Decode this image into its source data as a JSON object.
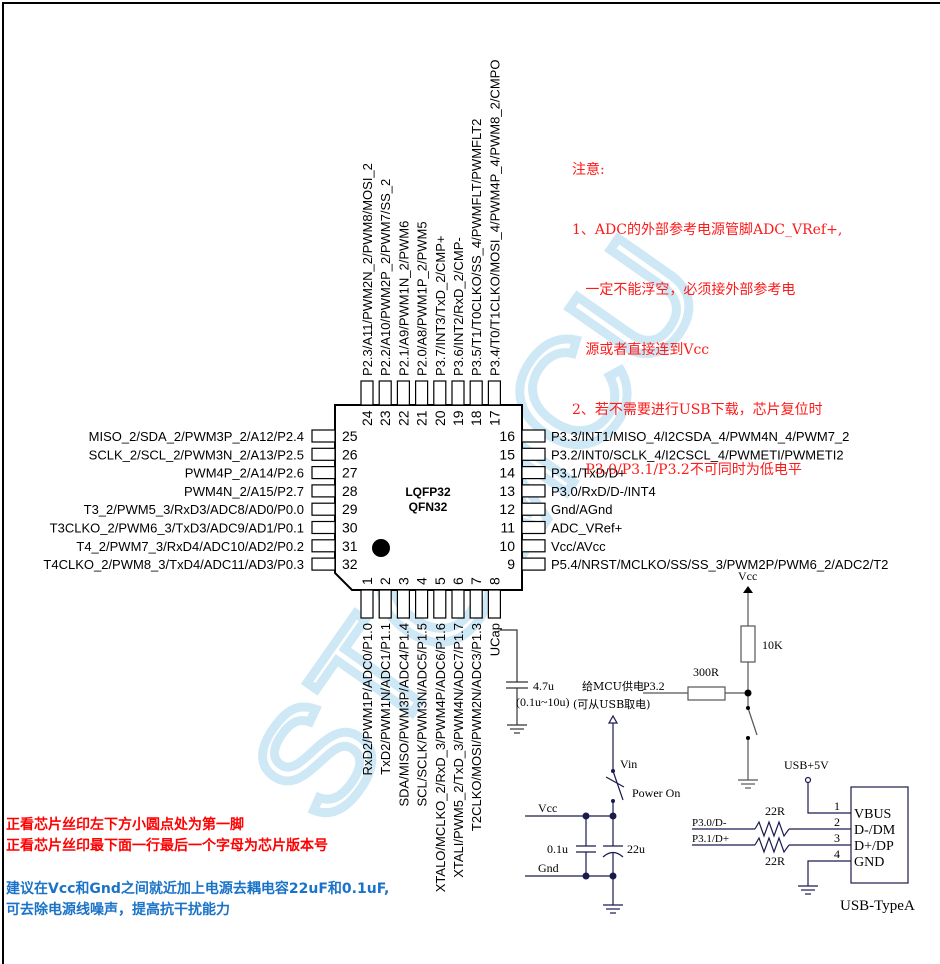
{
  "chip": {
    "package_line1": "LQFP32",
    "package_line2": "QFN32",
    "top_pins": [
      {
        "num": "24",
        "label": "P2.3/A11/PWM2N_2/PWM8/MOSI_2"
      },
      {
        "num": "23",
        "label": "P2.2/A10/PWM2P_2/PWM7/SS_2"
      },
      {
        "num": "22",
        "label": "P2.1/A9/PWM1N_2/PWM6"
      },
      {
        "num": "21",
        "label": "P2.0/A8/PWM1P_2/PWM5"
      },
      {
        "num": "20",
        "label": "P3.7/INT3/TxD_2/CMP+"
      },
      {
        "num": "19",
        "label": "P3.6/INT2/RxD_2/CMP-"
      },
      {
        "num": "18",
        "label": "P3.5/T1/T0CLKO/SS_4/PWMFLT/PWMFLT2"
      },
      {
        "num": "17",
        "label": "P3.4/T0/T1CLKO/MOSI_4/PWM4P_4/PWM8_2/CMPO"
      }
    ],
    "left_pins": [
      {
        "num": "25",
        "label": "MISO_2/SDA_2/PWM3P_2/A12/P2.4"
      },
      {
        "num": "26",
        "label": "SCLK_2/SCL_2/PWM3N_2/A13/P2.5"
      },
      {
        "num": "27",
        "label": "PWM4P_2/A14/P2.6"
      },
      {
        "num": "28",
        "label": "PWM4N_2/A15/P2.7"
      },
      {
        "num": "29",
        "label": "T3_2/PWM5_3/RxD3/ADC8/AD0/P0.0"
      },
      {
        "num": "30",
        "label": "T3CLKO_2/PWM6_3/TxD3/ADC9/AD1/P0.1"
      },
      {
        "num": "31",
        "label": "T4_2/PWM7_3/RxD4/ADC10/AD2/P0.2"
      },
      {
        "num": "32",
        "label": "T4CLKO_2/PWM8_3/TxD4/ADC11/AD3/P0.3"
      }
    ],
    "right_pins": [
      {
        "num": "16",
        "label": "P3.3/INT1/MISO_4/I2CSDA_4/PWM4N_4/PWM7_2"
      },
      {
        "num": "15",
        "label": "P3.2/INT0/SCLK_4/I2CSCL_4/PWMETI/PWMETI2"
      },
      {
        "num": "14",
        "label": "P3.1/TxD/D+"
      },
      {
        "num": "13",
        "label": "P3.0/RxD/D-/INT4"
      },
      {
        "num": "12",
        "label": "Gnd/AGnd"
      },
      {
        "num": "11",
        "label": "ADC_VRef+"
      },
      {
        "num": "10",
        "label": "Vcc/AVcc"
      },
      {
        "num": "9",
        "label": "P5.4/NRST/MCLKO/SS/SS_3/PWM2P/PWM6_2/ADC2/T2"
      }
    ],
    "bottom_pins": [
      {
        "num": "1",
        "label": "RxD2/PWM1P/ADC0/P1.0"
      },
      {
        "num": "2",
        "label": "TxD2/PWM1N/ADC1/P1.1"
      },
      {
        "num": "3",
        "label": "SDA/MISO/PWM3P/ADC4/P1.4"
      },
      {
        "num": "4",
        "label": "SCL/SCLK/PWM3N/ADC5/P1.5"
      },
      {
        "num": "5",
        "label": "XTALO/MCLKO_2/RxD_3/PWM4P/ADC6/P1.6"
      },
      {
        "num": "6",
        "label": "XTALI/PWM5_2/TxD_3/PWM4N/ADC7/P1.7"
      },
      {
        "num": "7",
        "label": "T2CLKO/MOSI/PWM2N/ADC3/P1.3"
      },
      {
        "num": "8",
        "label": "UCap"
      }
    ]
  },
  "notes": {
    "title": "注意:",
    "line1": "1、ADC的外部参考电源管脚ADC_VRef+,",
    "line2": "   一定不能浮空，必须接外部参考电",
    "line3": "   源或者直接连到Vcc",
    "line4": "2、若不需要进行USB下载，芯片复位时",
    "line5": "   P3.0/P3.1/P3.2不可同时为低电平"
  },
  "bottom_notes": {
    "red_line1": "正看芯片丝印左下方小圆点处为第一脚",
    "red_line2": "正看芯片丝印最下面一行最后一个字母为芯片版本号",
    "blue_line1": "建议在Vcc和Gnd之间就近加上电源去耦电容22uF和0.1uF,",
    "blue_line2": "可去除电源线噪声，提高抗干扰能力"
  },
  "schematic": {
    "ucap_cap_value": "4.7u",
    "ucap_cap_range": "(0.1u~10u)",
    "vcc_top": "Vcc",
    "r_pullup": "10K",
    "r_series": "300R",
    "p32_label": "P3.2",
    "power_note1": "给MCU供电",
    "power_note2": "(可从USB取电)",
    "vin_label": "Vin",
    "power_switch": "Power On",
    "vcc_rail": "Vcc",
    "gnd_rail": "Gnd",
    "cap_small": "0.1u",
    "cap_large": "22u",
    "usb_5v": "USB+5V",
    "usb_r1": "22R",
    "usb_r2": "22R",
    "usb_dm_net": "P3.0/D-",
    "usb_dp_net": "P3.1/D+",
    "usb_pins": [
      {
        "num": "1",
        "name": "VBUS"
      },
      {
        "num": "2",
        "name": "D-/DM"
      },
      {
        "num": "3",
        "name": "D+/DP"
      },
      {
        "num": "4",
        "name": "GND"
      }
    ],
    "usb_connector": "USB-TypeA"
  },
  "watermark": "STCMCU",
  "colors": {
    "note_red": "#ff1a1a",
    "note_blue": "#1a73c8",
    "wire": "#1a1a4d",
    "watermark": "#cfe7f5"
  }
}
